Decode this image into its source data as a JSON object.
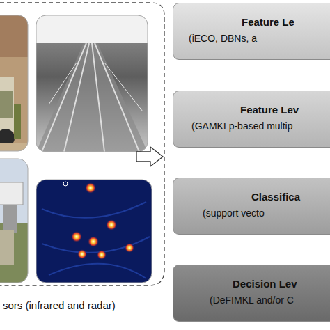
{
  "diagram": {
    "nodes": [
      {
        "text": [
          "Feature Le",
          "(iECO, DBNs, a"
        ]
      },
      {
        "text": [
          "Feature Lev",
          "(GAMKLp-based multip"
        ]
      },
      {
        "text": [
          "Classifica",
          "(support vecto"
        ]
      },
      {
        "text": [
          "Decision Lev",
          "(DeFIMKL and/or C"
        ]
      }
    ],
    "labels": [
      "sors (infrared and radar)"
    ]
  }
}
